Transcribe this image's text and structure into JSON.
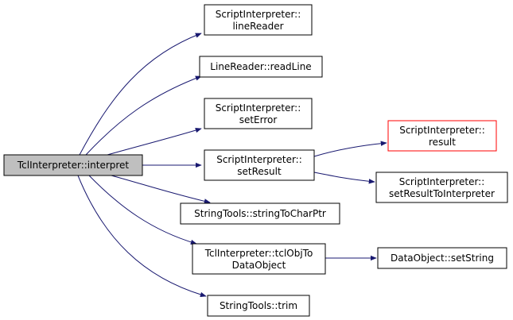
{
  "colors": {
    "edge": "#191970",
    "border": "#000000",
    "highlight_border": "#ff0000",
    "root_fill": "#bfbfbf",
    "node_fill": "#ffffff"
  },
  "nodes": {
    "root": {
      "lines": [
        "TclInterpreter::interpret"
      ]
    },
    "line_reader": {
      "lines": [
        "ScriptInterpreter::",
        "lineReader"
      ]
    },
    "read_line": {
      "lines": [
        "LineReader::readLine"
      ]
    },
    "set_error": {
      "lines": [
        "ScriptInterpreter::",
        "setError"
      ]
    },
    "set_result": {
      "lines": [
        "ScriptInterpreter::",
        "setResult"
      ]
    },
    "string_to_char_ptr": {
      "lines": [
        "StringTools::stringToCharPtr"
      ]
    },
    "tcl_obj_to_data_object": {
      "lines": [
        "TclInterpreter::tclObjTo",
        "DataObject"
      ]
    },
    "trim": {
      "lines": [
        "StringTools::trim"
      ]
    },
    "result": {
      "lines": [
        "ScriptInterpreter::",
        "result"
      ]
    },
    "set_result_to_interpreter": {
      "lines": [
        "ScriptInterpreter::",
        "setResultToInterpreter"
      ]
    },
    "set_string": {
      "lines": [
        "DataObject::setString"
      ]
    }
  }
}
